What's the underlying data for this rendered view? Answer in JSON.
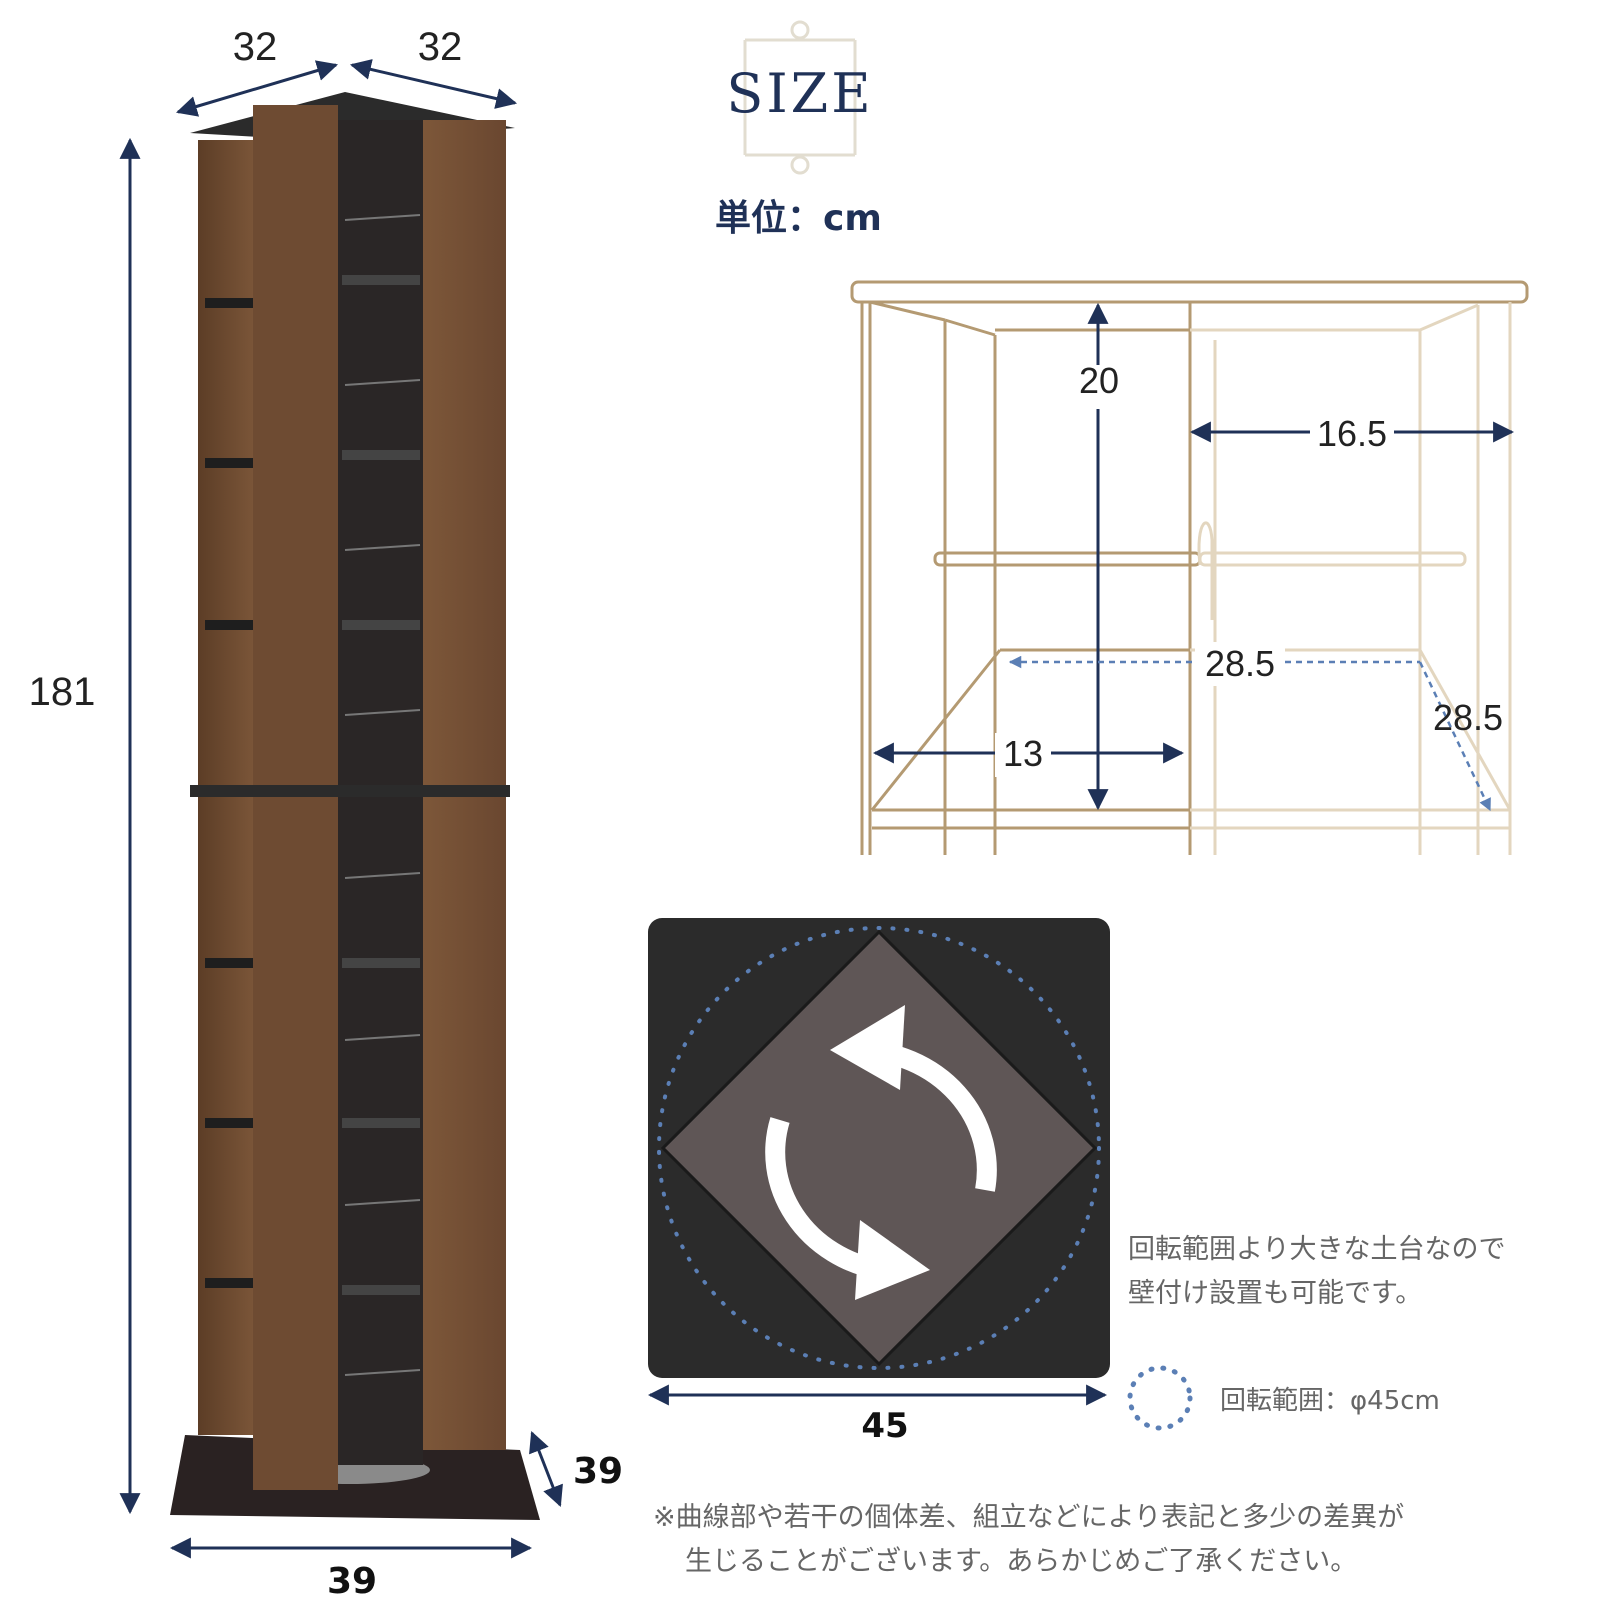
{
  "title": "SIZE",
  "unit_label": "単位：cm",
  "tower": {
    "top_width_left": "32",
    "top_width_right": "32",
    "height": "181",
    "base_depth": "39",
    "base_width": "39"
  },
  "shelf_detail": {
    "inner_height": "20",
    "compartment_width": "16.5",
    "depth_back": "28.5",
    "depth_side": "28.5",
    "front_width": "13"
  },
  "rotation": {
    "base_width": "45",
    "caption_line1": "回転範囲より大きな土台なので",
    "caption_line2": "壁付け設置も可能です。",
    "legend": "回転範囲：φ45cm"
  },
  "disclaimer": {
    "line1": "※曲線部や若干の個体差、組立などにより表記と多少の差異が",
    "line2": "生じることがございます。あらかじめご了承ください。"
  },
  "colors": {
    "arrow": "#1f3157",
    "wood": "#6b4a31",
    "dark": "#2b2b2b",
    "outline": "#b49a72",
    "dotted": "#5b7fb5"
  }
}
